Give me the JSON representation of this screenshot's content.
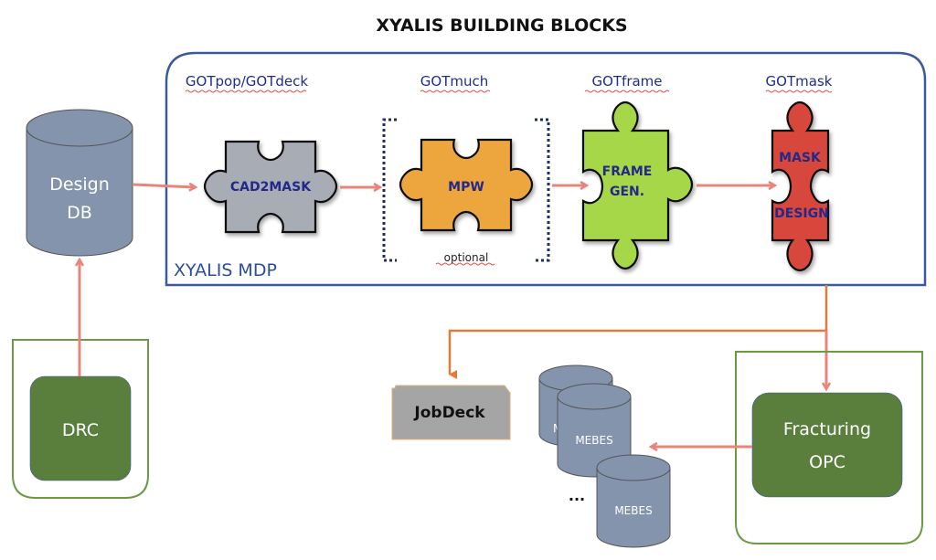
{
  "title": "XYALIS BUILDING BLOCKS",
  "colors": {
    "mdp_border": "#3a5aa0",
    "arrow_pink": "#e8847a",
    "arrow_orange": "#e07b3a",
    "db_fill": "#8494ad",
    "green_box": "#5a7f3c",
    "green_border": "#6b9a45",
    "piece_gray": "#a8acb4",
    "piece_orange": "#eda53c",
    "piece_green": "#a6d74a",
    "piece_red": "#d8463a",
    "jobdeck_fill": "#a5a5a5"
  },
  "mdp": {
    "label": "XYALIS MDP",
    "blocks": [
      {
        "tool": "GOTpop/GOTdeck",
        "label_lines": [
          "CAD2MASK"
        ]
      },
      {
        "tool": "GOTmuch",
        "label_lines": [
          "MPW"
        ],
        "note": "optional"
      },
      {
        "tool": "GOTframe",
        "label_lines": [
          "FRAME",
          "GEN."
        ]
      },
      {
        "tool": "GOTmask",
        "label_lines": [
          "MASK",
          "DESIGN"
        ]
      }
    ]
  },
  "design_db": {
    "lines": [
      "Design",
      "DB"
    ]
  },
  "drc": {
    "label": "DRC"
  },
  "fracturing": {
    "lines": [
      "Fracturing",
      "OPC"
    ]
  },
  "jobdeck": {
    "label": "JobDeck"
  },
  "mebes": {
    "labels": [
      "MEBES",
      "MEBES",
      "MEBES"
    ],
    "ellipsis": "..."
  }
}
